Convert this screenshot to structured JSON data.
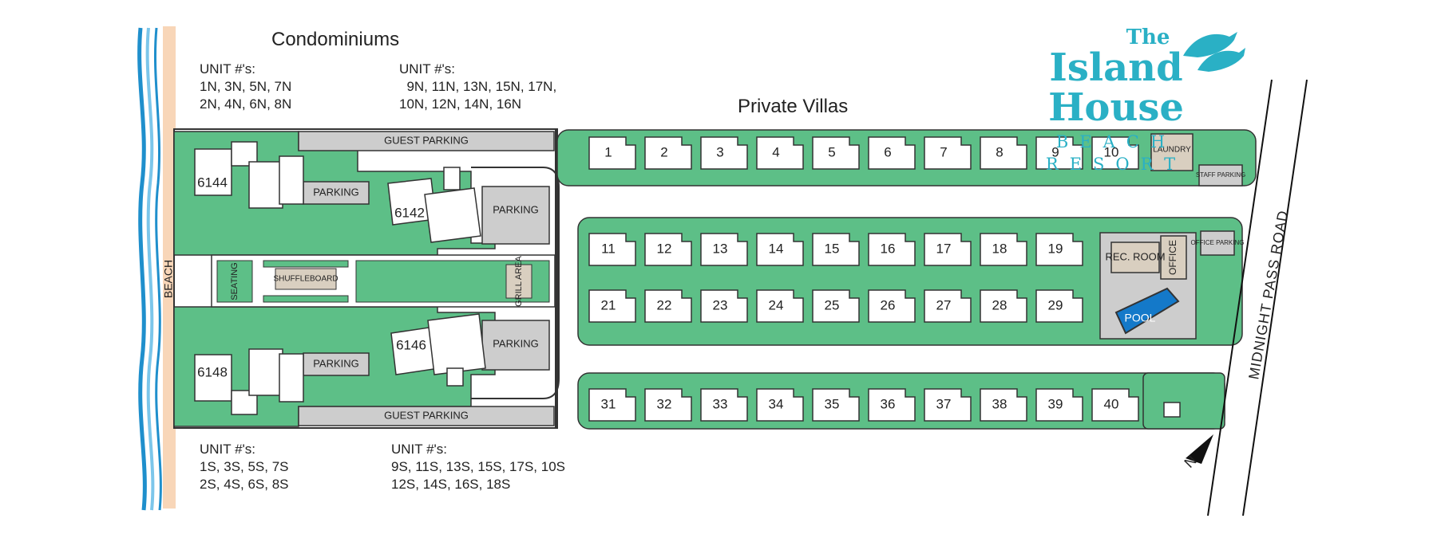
{
  "logo": {
    "the": "The",
    "name": "Island House",
    "sub": "BEACH RESORT"
  },
  "headings": {
    "condos": "Condominiums",
    "villas": "Private Villas"
  },
  "north_units": {
    "left": {
      "title": "UNIT #'s:",
      "lines": [
        "1N, 3N, 5N, 7N",
        "2N, 4N, 6N, 8N"
      ]
    },
    "right": {
      "title": "UNIT #'s:",
      "lines": [
        "  9N, 11N, 13N, 15N, 17N,",
        "10N, 12N, 14N, 16N"
      ]
    }
  },
  "south_units": {
    "left": {
      "title": "UNIT #'s:",
      "lines": [
        "1S, 3S, 5S, 7S",
        "2S, 4S, 6S, 8S"
      ]
    },
    "right": {
      "title": "UNIT #'s:",
      "lines": [
        "9S, 11S, 13S, 15S, 17S, 10S",
        "12S, 14S, 16S, 18S"
      ]
    }
  },
  "labels": {
    "guest_parking": "GUEST PARKING",
    "parking": "PARKING",
    "beach": "BEACH",
    "seating": "SEATING",
    "shuffleboard": "SHUFFLEBOARD",
    "grill_area": "GRILL AREA",
    "laundry": "LAUNDRY",
    "staff_parking": "STAFF PARKING",
    "office_parking": "OFFICE PARKING",
    "rec_room": "REC. ROOM",
    "office": "OFFICE",
    "pool": "POOL",
    "road": "MIDNIGHT PASS ROAD",
    "north": "N"
  },
  "buildings": [
    "6144",
    "6142",
    "6146",
    "6148"
  ],
  "villa_rows": [
    [
      "1",
      "2",
      "3",
      "4",
      "5",
      "6",
      "7",
      "8",
      "9",
      "10"
    ],
    [
      "11",
      "12",
      "13",
      "14",
      "15",
      "16",
      "17",
      "18",
      "19"
    ],
    [
      "21",
      "22",
      "23",
      "24",
      "25",
      "26",
      "27",
      "28",
      "29"
    ],
    [
      "31",
      "32",
      "33",
      "34",
      "35",
      "36",
      "37",
      "38",
      "39",
      "40"
    ]
  ],
  "colors": {
    "green": "#5dbf87",
    "sand": "#f8d6b8",
    "water": "#1f8fcc",
    "gray": "#cdcdcd",
    "tan": "#d9cfc0",
    "pool": "#1479c9",
    "logo": "#2ab0c5"
  }
}
